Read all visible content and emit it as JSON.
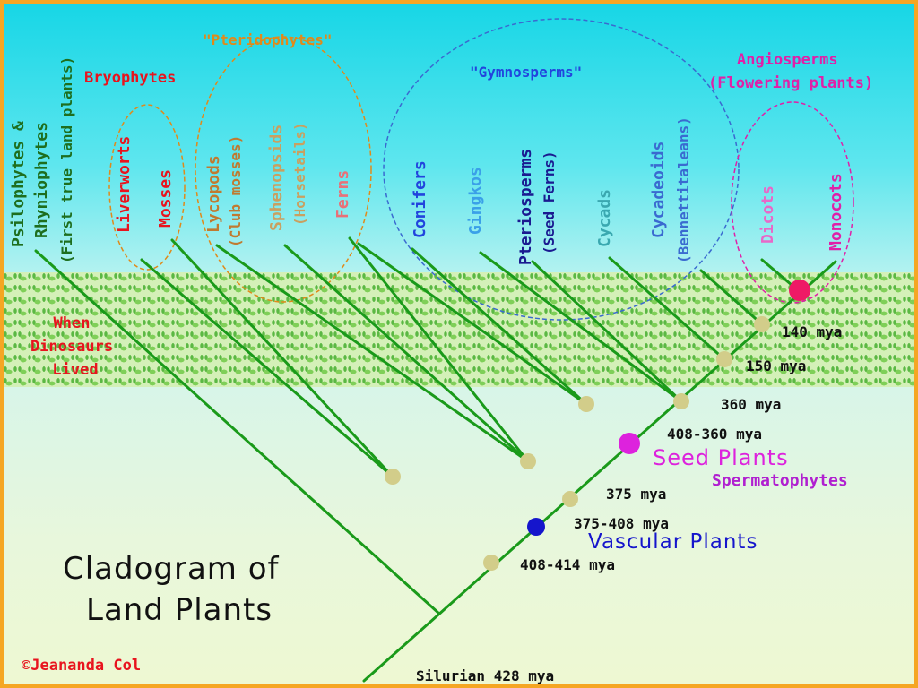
{
  "title": {
    "line1": "Cladogram of",
    "line2": "Land Plants"
  },
  "credit": "©Jeananda Col",
  "dinosaur_note": {
    "line1": "When",
    "line2": "Dinosaurs",
    "line3": "Lived"
  },
  "group_labels": {
    "pteridophytes": "\"Pteridophytes\"",
    "bryophytes": "Bryophytes",
    "gymnosperms": "\"Gymnosperms\"",
    "angiosperms1": "Angiosperms",
    "angiosperms2": "(Flowering plants)"
  },
  "taxa": {
    "psilo1": "Psilophytes &",
    "psilo2": "Rhyniophytes",
    "psilo3": "(First true land plants)",
    "liverworts": "Liverworts",
    "mosses": "Mosses",
    "lycopods1": "Lycopods",
    "lycopods2": "(Club mosses)",
    "spheno1": "Sphenopsids",
    "spheno2": "(Horsetails)",
    "ferns": "Ferns",
    "conifers": "Conifers",
    "gingkos": "Gingkos",
    "pterio1": "Pteriosperms",
    "pterio2": "(Seed Ferns)",
    "cycads": "Cycads",
    "cycadeoids1": "Cycadeoids",
    "cycadeoids2": "(Bennettitaleans)",
    "dicots": "Dicots",
    "monocots": "Monocots"
  },
  "node_labels": {
    "n140": "140 mya",
    "n150": "150 mya",
    "n360": "360 mya",
    "n408_360": "408-360 mya",
    "seed_plants": "Seed Plants",
    "spermatophytes": "Spermatophytes",
    "n375": "375 mya",
    "n375_408": "375-408 mya",
    "vascular": "Vascular Plants",
    "n408_414": "408-414 mya",
    "silurian": "Silurian 428 mya"
  },
  "colors": {
    "branch": "#1a9a1a",
    "node": "#d2cd8a",
    "seed_node": "#dd22dd",
    "vascular_node": "#1515cc",
    "angio_node": "#ee1a66",
    "red": "#e8141e",
    "orange": "#e08a1a",
    "tan": "#c9a060",
    "pink": "#e87078",
    "blue": "#2244dd",
    "light_blue": "#3aa0e8",
    "navy": "#1a1a90",
    "teal": "#3aa8b0",
    "steel": "#3a6ad0",
    "magenta": "#e020a8",
    "light_magenta": "#e868c8",
    "purple": "#b020d0",
    "dark_green": "#1e6e1e",
    "frame": "#f5a623"
  }
}
